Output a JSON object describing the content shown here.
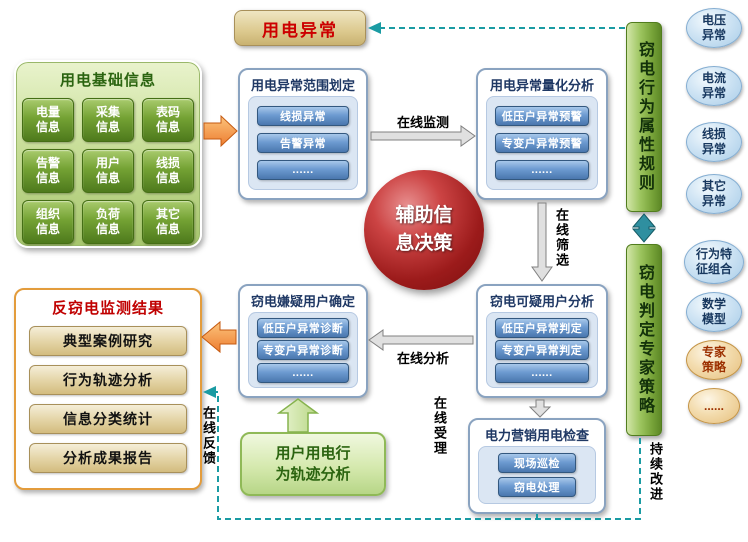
{
  "diagram": {
    "left_panel": {
      "title": "用电基础信息",
      "items": [
        "电量信息",
        "采集信息",
        "表码信息",
        "告警信息",
        "用户信息",
        "线损信息",
        "组织信息",
        "负荷信息",
        "其它信息"
      ]
    },
    "abnormal_badge": "用电异常",
    "scope_box": {
      "title": "用电异常范围划定",
      "items": [
        "线损异常",
        "告警异常",
        "......"
      ]
    },
    "quant_box": {
      "title": "用电异常量化分析",
      "items": [
        "低压户异常预警",
        "专变户异常预警",
        "......"
      ]
    },
    "suspect_box": {
      "title": "窃电可疑用户分析",
      "items": [
        "低压户异常判定",
        "专变户异常判定",
        "......"
      ]
    },
    "confirm_box": {
      "title": "窃电嫌疑用户确定",
      "items": [
        "低压户异常诊断",
        "专变户异常诊断",
        "......"
      ]
    },
    "inspection_box": {
      "title": "电力营销用电检查",
      "items": [
        "现场巡检",
        "窃电处理"
      ]
    },
    "results_box": {
      "title": "反窃电监测结果",
      "items": [
        "典型案例研究",
        "行为轨迹分析",
        "信息分类统计",
        "分析成果报告"
      ]
    },
    "decision_sphere": "辅助信息决策",
    "behavior_box": "用户用电行为轨迹分析",
    "rules_bar": "窃电行为属性规则",
    "expert_bar": "窃电判定专家策略",
    "rule_tags": [
      "电压异常",
      "电流异常",
      "线损异常",
      "其它异常"
    ],
    "expert_tags": [
      "行为特征组合",
      "数学模型",
      "专家策略",
      "......"
    ],
    "flow_labels": {
      "monitor": "在线监测",
      "filter": "在线筛选",
      "analysis": "在线分析",
      "accept": "在线受理",
      "feedback": "在线反馈",
      "improve": "持续改进"
    },
    "colors": {
      "teal_dashed": "#1a9ba3",
      "orange_arrow": "#ed7d31",
      "green_bar": "#76a238",
      "red_title": "#c00000",
      "blue_button": "#4a77ae",
      "sphere_red": "#9c1b1b"
    }
  }
}
